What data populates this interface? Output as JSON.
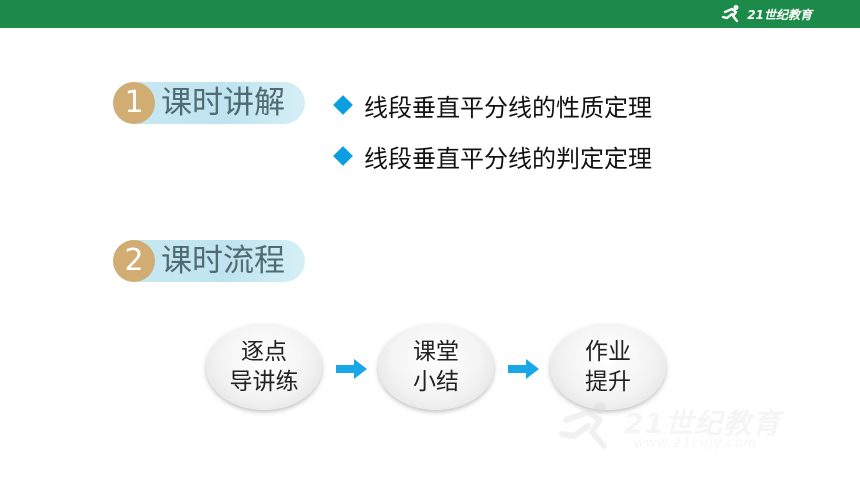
{
  "brand": {
    "logo_text": "21世纪教育"
  },
  "sections": [
    {
      "number": "1",
      "title": "课时讲解"
    },
    {
      "number": "2",
      "title": "课时流程"
    }
  ],
  "points": [
    "线段垂直平分线的性质定理",
    "线段垂直平分线的判定定理"
  ],
  "flow": [
    {
      "line1": "逐点",
      "line2": "导讲练"
    },
    {
      "line1": "课堂",
      "line2": "小结"
    },
    {
      "line1": "作业",
      "line2": "提升"
    }
  ],
  "watermark": {
    "text": "21世纪教育",
    "url": "www.21cnjy.com"
  },
  "colors": {
    "top_bar": "#1c8a48",
    "number_circle": "#d1ad73",
    "pill": "#c9e9f2",
    "bullet": "#0a9fe0",
    "arrow": "#1aa7e8"
  }
}
